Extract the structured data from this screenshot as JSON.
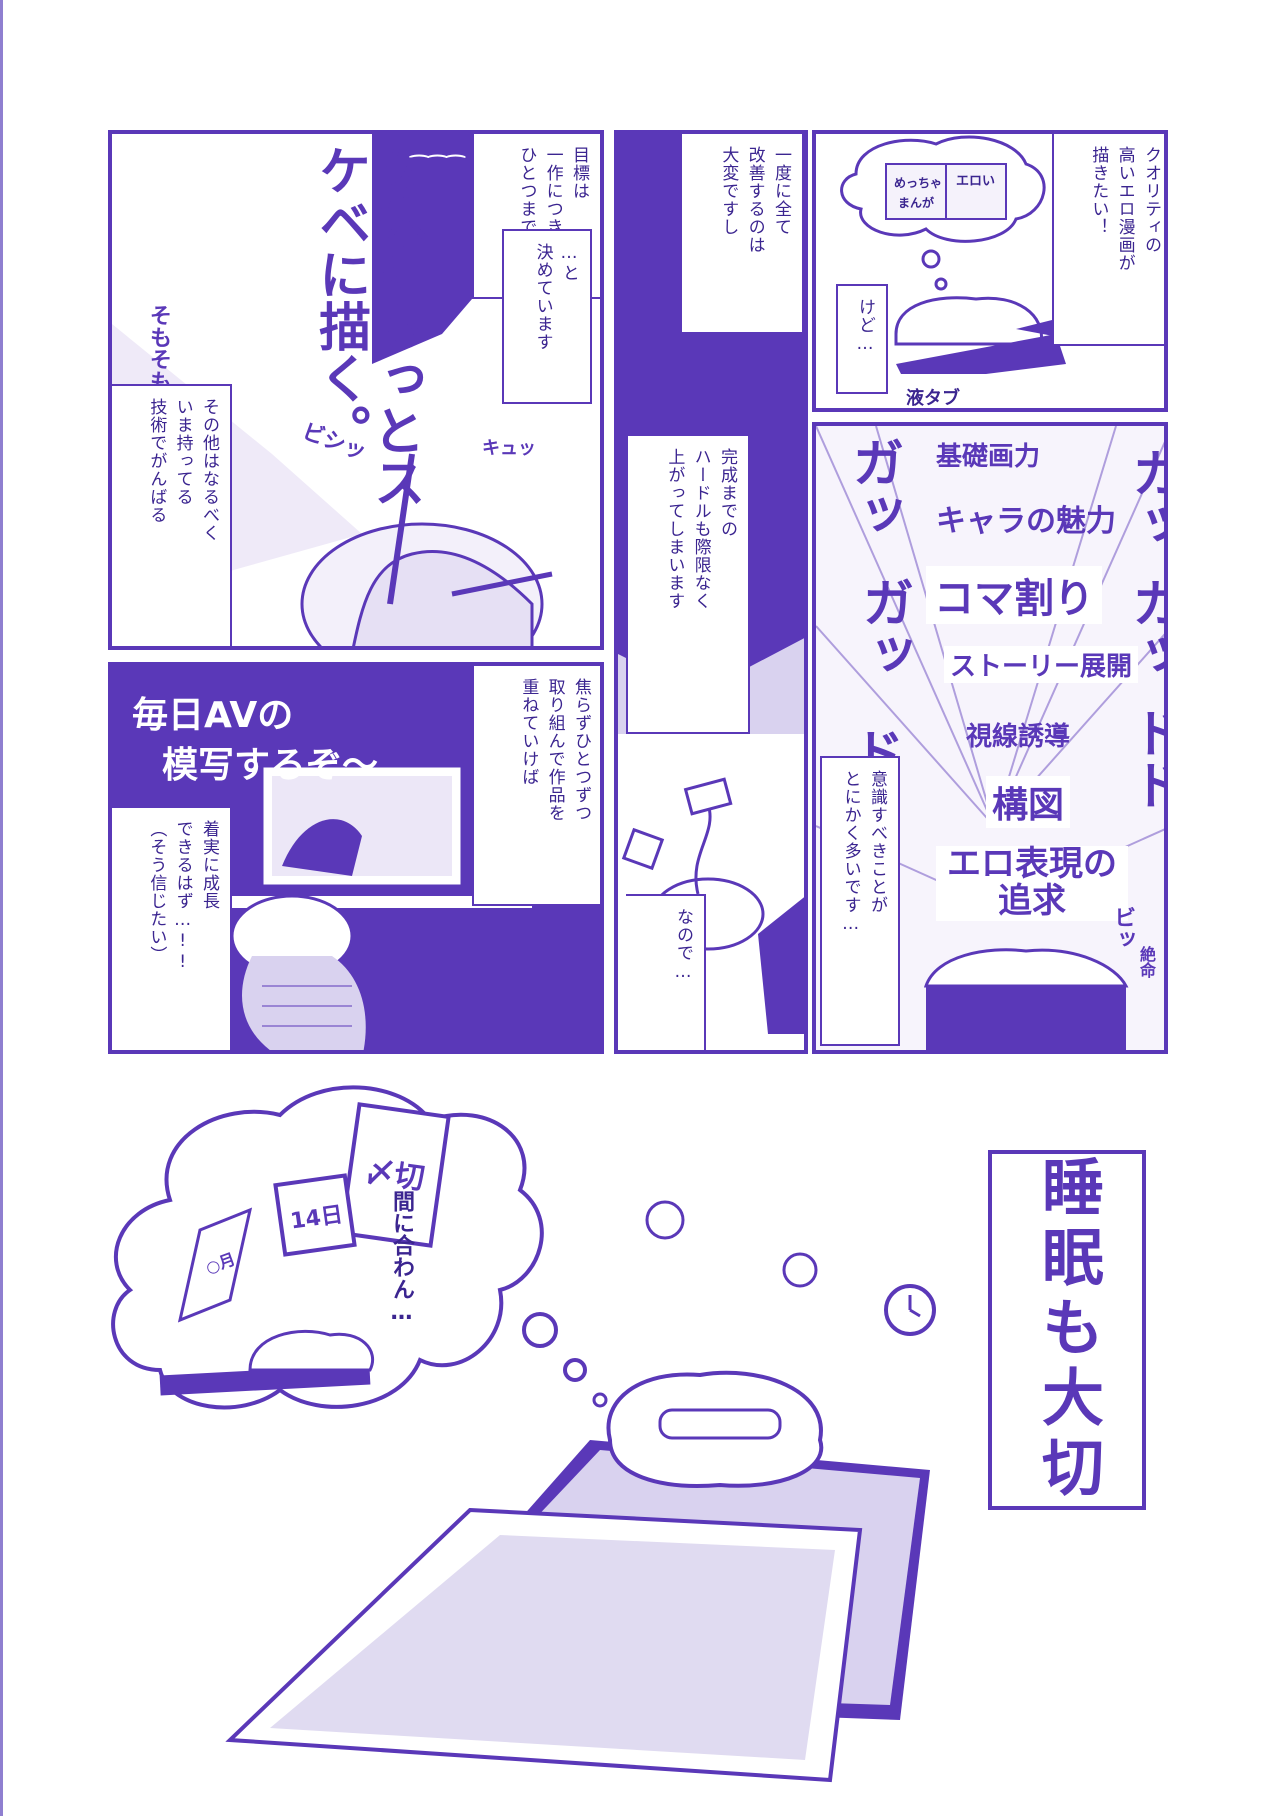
{
  "colors": {
    "ink": "#5a38b8",
    "text": "#3b2590",
    "tone": "#d9d2ef",
    "paper": "#ffffff"
  },
  "panel1": {
    "handwriting_goal_label": "目標",
    "handwriting_goal": "女体をもっとスケベに描く。",
    "handwriting_side": "そもそも",
    "sfx_swish": "ビシッ",
    "sfx_tie": "キュッ",
    "caption_goal": [
      "目標は",
      "一作につき",
      "ひとつまで"
    ],
    "caption_decided": [
      "…と",
      "決めています"
    ],
    "caption_other": [
      "その他はなるべく",
      "いま持ってる",
      "技術でがんばる"
    ]
  },
  "panel2": {
    "caption_improve": [
      "一度に全て",
      "改善するのは",
      "大変ですし"
    ],
    "caption_hurdle": [
      "完成までの",
      "ハードルも際限なく",
      "上がってしまいます"
    ],
    "caption_so": [
      "なので…"
    ]
  },
  "panel3": {
    "book_text_1": "めっちゃ",
    "book_text_2": "エロい",
    "book_text_3": "まんが",
    "caption_quality": [
      "クオリティの",
      "高いエロ漫画が",
      "描きたい！"
    ],
    "caption_but": [
      "けど…"
    ],
    "tablet_label": "液タブ"
  },
  "panel4": {
    "items": [
      "基礎画力",
      "キャラの魅力",
      "コマ割り",
      "ストーリー展開",
      "視線誘導",
      "構図",
      "エロ表現の追求"
    ],
    "sfx_gaa": "ガッ",
    "sfx_dodo": "ドド",
    "sfx_bi": "ビッ",
    "sfx_zetsumei": "絶命",
    "caption_many": [
      "意識すべきことが",
      "とにかく多いです…"
    ]
  },
  "panel5": {
    "handwriting_daily": "毎日AVの",
    "handwriting_copy": "模写するぞ〜",
    "caption_steady": [
      "焦らずひとつずつ",
      "取り組んで作品を",
      "重ねていけば"
    ],
    "caption_growth": [
      "着実に成長",
      "できるはず…!!",
      "（そう信じたい）"
    ]
  },
  "bottom": {
    "calendar_deadline": "〆切",
    "calendar_day": "14日",
    "calendar_month": "○月",
    "thought_text": "間に合わん…",
    "title": "睡眠も大切"
  }
}
